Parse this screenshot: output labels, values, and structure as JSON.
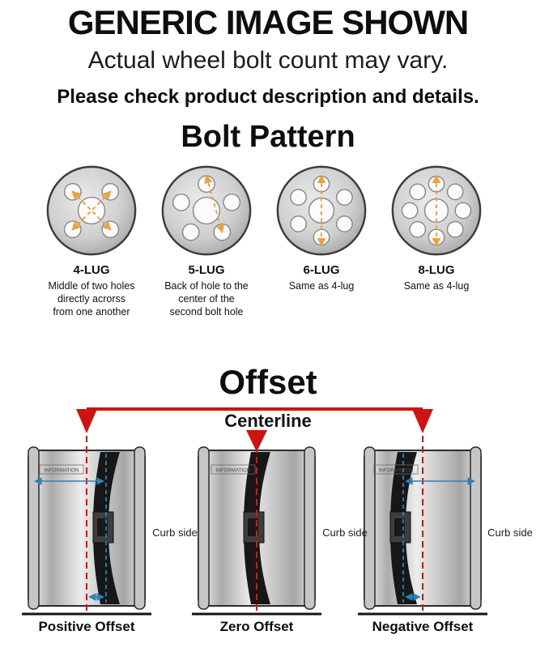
{
  "header": {
    "title": "GENERIC IMAGE SHOWN",
    "subtitle": "Actual wheel bolt count may vary.",
    "note": "Please check product description and details."
  },
  "bolt_pattern": {
    "title": "Bolt Pattern",
    "items": [
      {
        "label": "4-LUG",
        "lug_count": 4,
        "description": "Middle of two holes directly acrorss from one another"
      },
      {
        "label": "5-LUG",
        "lug_count": 5,
        "description": "Back of hole to the center of the second bolt hole"
      },
      {
        "label": "6-LUG",
        "lug_count": 6,
        "description": "Same as 4-lug"
      },
      {
        "label": "8-LUG",
        "lug_count": 8,
        "description": "Same as 4-lug"
      }
    ],
    "measure_line_color": "#f0a23a"
  },
  "offset": {
    "title": "Offset",
    "centerline_label": "Centerline",
    "curb_side_label": "Curb side",
    "rim_text": "INFORMATION",
    "diagrams": [
      {
        "label": "Positive Offset",
        "type": "positive"
      },
      {
        "label": "Zero Offset",
        "type": "zero"
      },
      {
        "label": "Negative Offset",
        "type": "negative"
      }
    ],
    "colors": {
      "centerline_red": "#d01212",
      "offset_arrow_blue": "#2d7fb8"
    }
  }
}
